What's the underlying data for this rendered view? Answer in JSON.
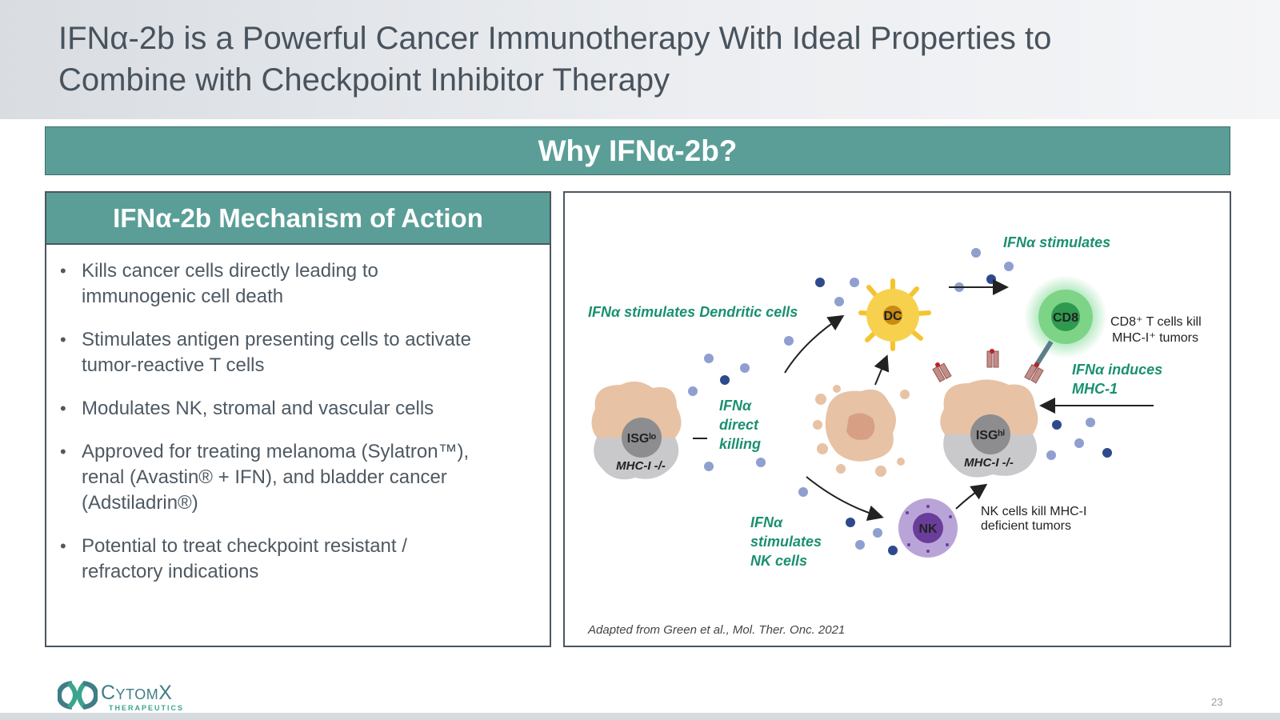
{
  "slide": {
    "title_line1": "IFNα-2b is a Powerful Cancer Immunotherapy With Ideal Properties to",
    "title_line2": "Combine with Checkpoint Inhibitor Therapy",
    "banner": "Why IFNα-2b?",
    "page_number": "23"
  },
  "left_panel": {
    "header": "IFNα-2b Mechanism of Action",
    "bullets": [
      [
        "Kills cancer cells directly leading to",
        "immunogenic cell death"
      ],
      [
        "Stimulates antigen presenting cells to activate",
        "tumor-reactive T cells"
      ],
      [
        "Modulates NK, stromal and vascular cells"
      ],
      [
        "Approved for treating melanoma (Sylatron™),",
        "renal (Avastin® + IFN), and bladder cancer",
        "(Adstiladrin®)"
      ],
      [
        "Potential to treat checkpoint resistant /",
        "refractory indications"
      ]
    ]
  },
  "diagram": {
    "label_dc_stim": "IFNα stimulates Dendritic cells",
    "label_stim_top": "IFNα stimulates",
    "label_direct": [
      "IFNα",
      "direct",
      "killing"
    ],
    "label_nk_stim": [
      "IFNα",
      "stimulates",
      "NK cells"
    ],
    "label_mhc_induce": [
      "IFNα induces",
      "MHC-1"
    ],
    "label_cd8_kill": [
      "CD8⁺ T cells kill",
      "MHC-I⁺ tumors"
    ],
    "label_nk_kill": [
      "NK cells kill MHC-I",
      "deficient tumors"
    ],
    "cell_dc": "DC",
    "cell_cd8": "CD8",
    "cell_nk": "NK",
    "isg_lo": "ISGˡᵒ",
    "isg_hi": "ISGʰⁱ",
    "mhc_left": "MHC-I -/-",
    "mhc_right": "MHC-I -/-",
    "caption": "Adapted from Green et al., Mol. Ther. Onc. 2021"
  },
  "logo": {
    "name": "CytomX",
    "sub": "THERAPEUTICS"
  },
  "colors": {
    "teal": "#5a9e97",
    "green_text": "#1a9070",
    "dc_yellow": "#f4c430",
    "cd8_green": "#3bb36a",
    "nk_purple": "#a58ac8"
  }
}
